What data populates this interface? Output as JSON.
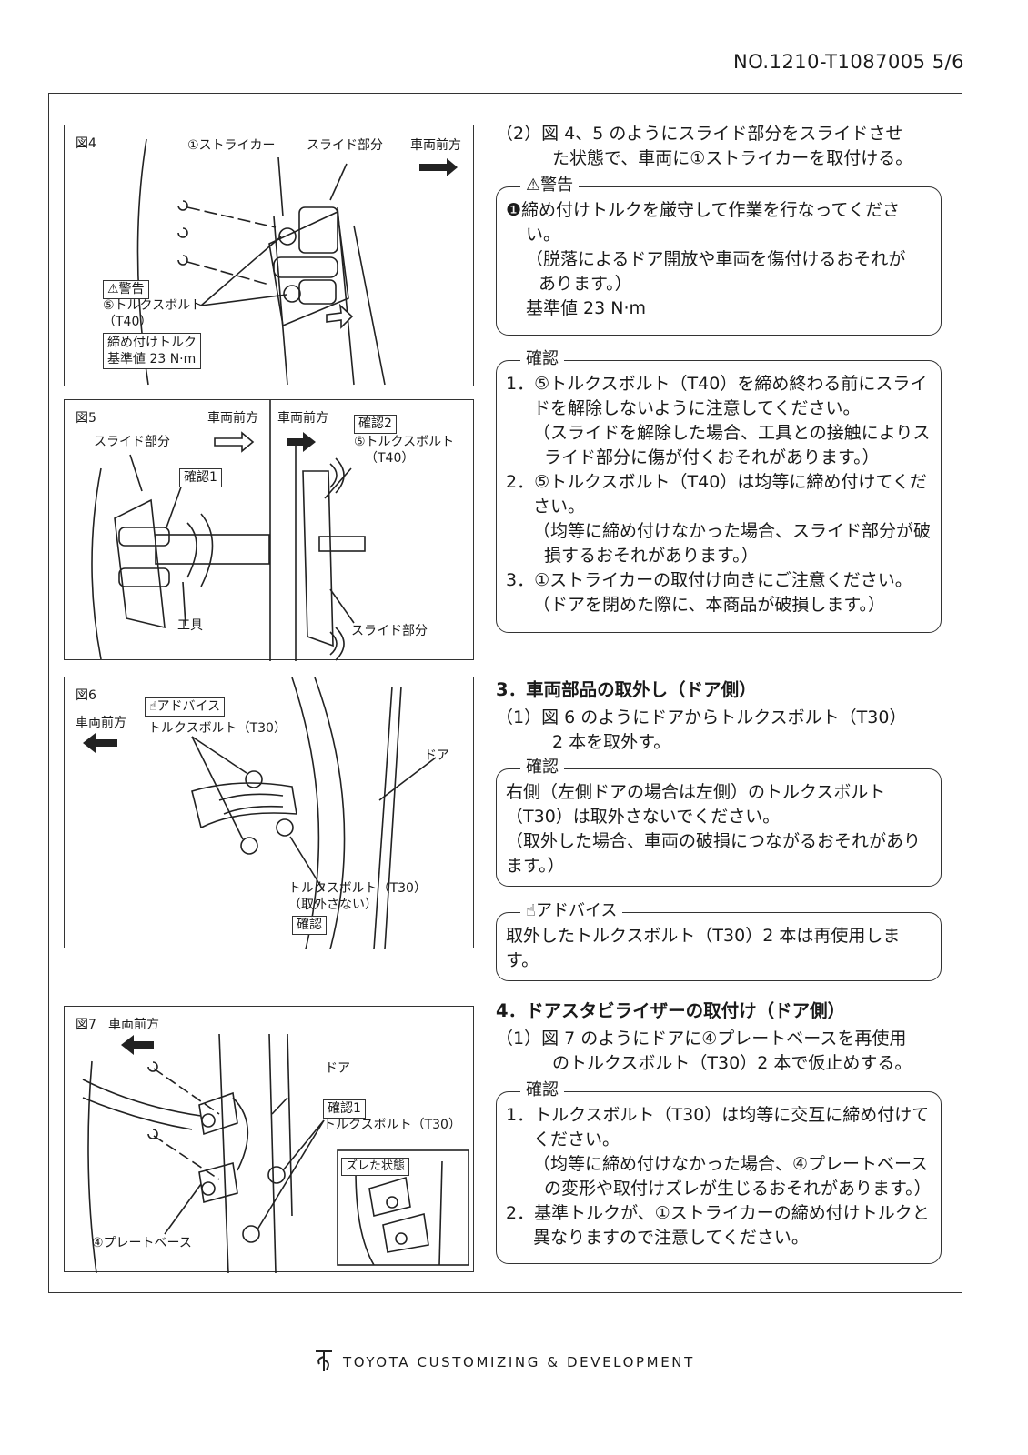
{
  "doc_number": "NO.1210-T1087005  5/6",
  "footer": "TOYOTA CUSTOMIZING & DEVELOPMENT",
  "figures": {
    "fig4": {
      "title": "図4",
      "striker": "①ストライカー",
      "slide": "スライド部分",
      "front": "車両前方",
      "warning": "⚠警告",
      "bolt": "⑤トルクスボルト",
      "bolt_size": "（T40）",
      "torque_title": "締め付けトルク",
      "torque_value": "基準値 23 N·m"
    },
    "fig5": {
      "title": "図5",
      "front_left": "車両前方",
      "front_right": "車両前方",
      "slide_left": "スライド部分",
      "confirm1": "確認1",
      "tool": "工具",
      "confirm2": "確認2",
      "bolt": "⑤トルクスボルト",
      "bolt_size": "（T40）",
      "slide_right": "スライド部分"
    },
    "fig6": {
      "title": "図6",
      "advice": "アドバイス",
      "front": "車両前方",
      "bolt_top": "トルクスボルト（T30）",
      "door": "ドア",
      "bolt_bottom": "トルクスボルト（T30）",
      "not_remove": "（取外さない）",
      "confirm": "確認"
    },
    "fig7": {
      "title": "図7",
      "front": "車両前方",
      "door": "ドア",
      "confirm1": "確認1",
      "bolt": "トルクスボルト（T30）",
      "shifted": "ズレた状態",
      "plate": "④プレートベース"
    }
  },
  "section2": {
    "step2_line1": "（2）図 4、5 のようにスライド部分をスライドさせ",
    "step2_line2": "た状態で、車両に①ストライカーを取付ける。",
    "warning": {
      "legend": "⚠警告",
      "line1": "❶締め付けトルクを厳守して作業を行なってくださ",
      "line2": "い。",
      "line3": "（脱落によるドア開放や車両を傷付けるおそれが",
      "line4": "あります。）",
      "line5": "基準値 23 N·m"
    },
    "confirm": {
      "legend": "確認",
      "i1": "1．⑤トルクスボルト（T40）を締め終わる前にスライドを解除しないように注意してください。",
      "i1_sub": "（スライドを解除した場合、工具との接触によりスライド部分に傷が付くおそれがあります。）",
      "i2": "2．⑤トルクスボルト（T40）は均等に締め付けてください。",
      "i2_sub": "（均等に締め付けなかった場合、スライド部分が破損するおそれがあります。）",
      "i3": "3．①ストライカーの取付け向きにご注意ください。",
      "i3_sub": "（ドアを閉めた際に、本商品が破損します。）"
    }
  },
  "section3": {
    "heading": "3．車両部品の取外し（ドア側）",
    "step1_line1": "（1）図 6 のようにドアからトルクスボルト（T30）",
    "step1_line2": "2 本を取外す。",
    "confirm": {
      "legend": "確認",
      "text": "右側（左側ドアの場合は左側）のトルクスボルト（T30）は取外さないでください。",
      "text2": "（取外した場合、車両の破損につながるおそれがあります。）"
    },
    "advice": {
      "legend": "アドバイス",
      "text": "取外したトルクスボルト（T30）2 本は再使用します。"
    }
  },
  "section4": {
    "heading": "4．ドアスタビライザーの取付け（ドア側）",
    "step1_line1": "（1）図 7 のようにドアに④プレートベースを再使用",
    "step1_line2": "のトルクスボルト（T30）2 本で仮止めする。",
    "confirm": {
      "legend": "確認",
      "i1": "1．トルクスボルト（T30）は均等に交互に締め付けてください。",
      "i1_sub": "（均等に締め付けなかった場合、④プレートベースの変形や取付けズレが生じるおそれがあります。）",
      "i2": "2．基準トルクが、①ストライカーの締め付けトルクと異なりますので注意してください。"
    }
  }
}
